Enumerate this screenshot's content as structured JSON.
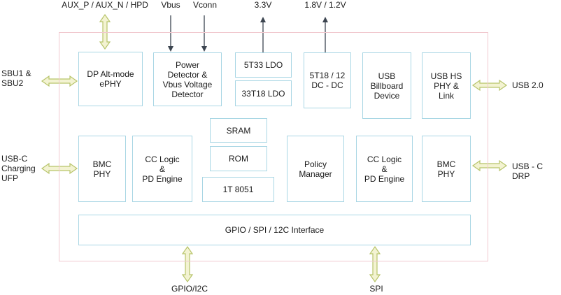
{
  "top_signals": {
    "aux": "AUX_P / AUX_N / HPD",
    "vbus": "Vbus",
    "vconn": "Vconn",
    "v33": "3.3V",
    "v18_12": "1.8V / 1.2V"
  },
  "left_signals": {
    "sbu": "SBU1 &\nSBU2",
    "usbc_charging": "USB-C\nCharging\nUFP"
  },
  "right_signals": {
    "usb20": "USB 2.0",
    "usbc_drp": "USB - C DRP"
  },
  "bottom_signals": {
    "gpio_i2c": "GPIO/I2C",
    "spi": "SPI"
  },
  "blocks": {
    "dp_ephy": "DP Alt-mode\nePHY",
    "power_detector": "Power\nDetector &\nVbus Voltage\nDetector",
    "ldo_5t33": "5T33 LDO",
    "ldo_33t18": "33T18 LDO",
    "dcdc": "5T18 / 12\nDC - DC",
    "billboard": "USB\nBillboard\nDevice",
    "usb_hs_phy": "USB HS\nPHY &\nLink",
    "sram": "SRAM",
    "rom": "ROM",
    "mcu_8051": "1T 8051",
    "bmc_phy_left": "BMC\nPHY",
    "cc_logic_left": "CC Logic\n&\nPD Engine",
    "policy_manager": "Policy\nManager",
    "cc_logic_right": "CC Logic\n&\nPD Engine",
    "bmc_phy_right": "BMC\nPHY",
    "gpio_interface": "GPIO / SPI / 12C Interface"
  },
  "colors": {
    "block_border": "#a8d6e4",
    "chip_border": "#f1c9cf",
    "bidir_arrow_fill": "#f3f3d2",
    "bidir_arrow_stroke": "#b7c46a",
    "input_arrow": "#3c4550"
  }
}
